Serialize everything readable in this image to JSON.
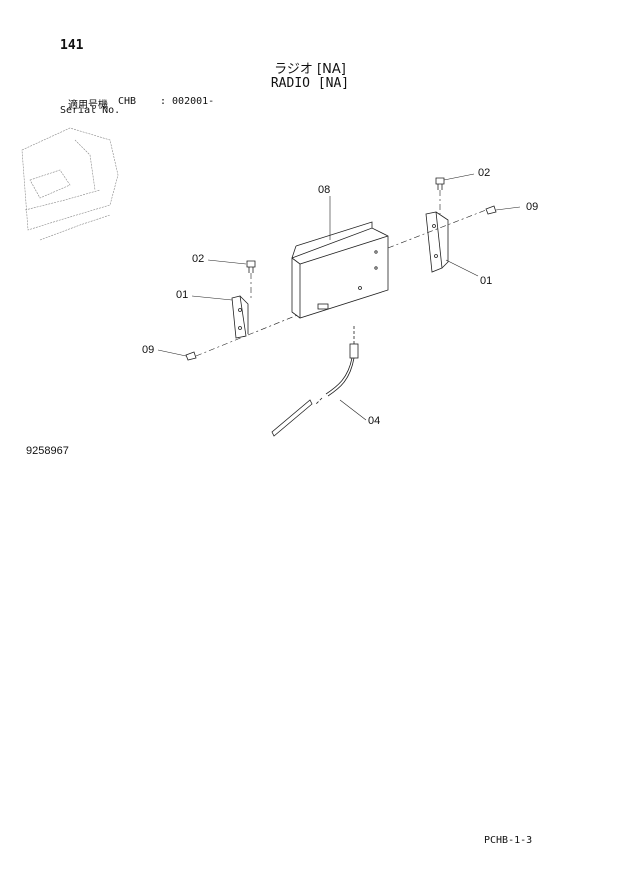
{
  "header": {
    "page_number": "141",
    "title_jp": "ラジオ [NA]",
    "title_en": "RADIO [NA]",
    "serial_label_jp": "適用号機",
    "serial_model": "CHB",
    "serial_range": ": 002001-",
    "serial_label_en": "Serial No."
  },
  "callouts": {
    "c08": "08",
    "c02_right": "02",
    "c09_right": "09",
    "c01_right": "01",
    "c02_left": "02",
    "c01_left": "01",
    "c09_left": "09",
    "c04": "04"
  },
  "footer": {
    "drawing_number": "9258967",
    "page_code": "PCHB-1-3"
  }
}
